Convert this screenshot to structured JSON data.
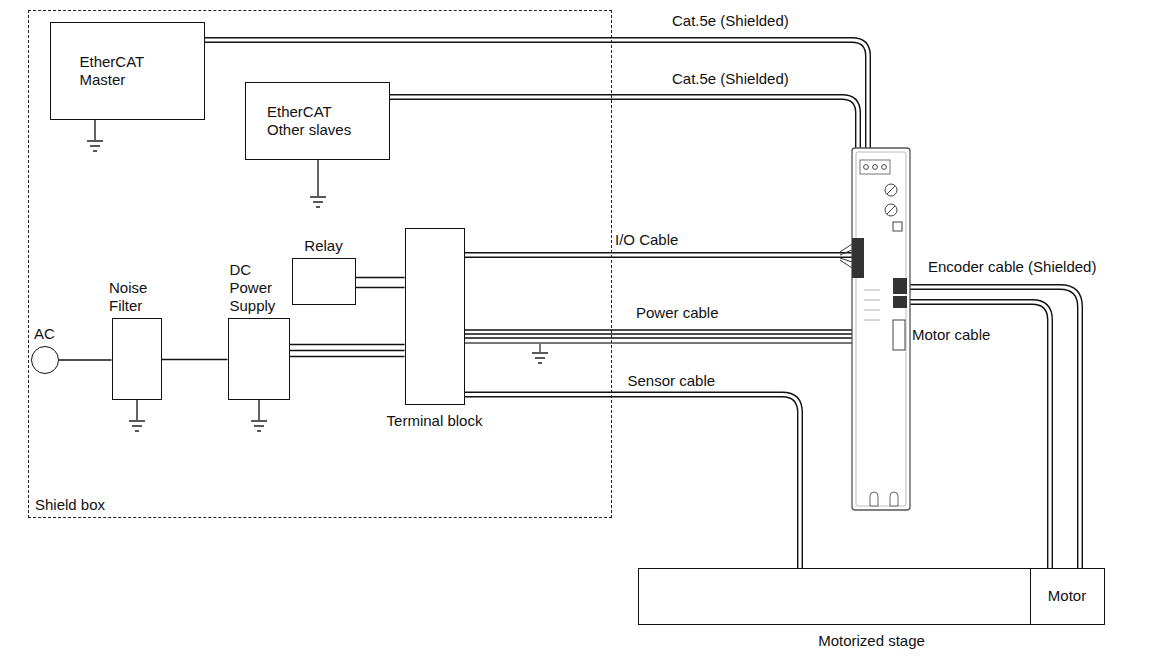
{
  "diagram": {
    "nodes": [
      {
        "text": [
          "Shield box"
        ]
      },
      {
        "text": [
          "EtherCAT Master"
        ],
        "in": 0
      },
      {
        "text": [
          "EtherCAT Other slaves"
        ],
        "in": 0
      },
      {
        "text": [
          "Relay"
        ],
        "in": 0
      },
      {
        "text": [
          "Noise Filter"
        ],
        "in": 0
      },
      {
        "text": [
          "DC Power Supply"
        ],
        "in": 0
      },
      {
        "text": [
          "Terminal block"
        ],
        "in": 0
      },
      {
        "text": [
          "AC"
        ]
      },
      {
        "text": [
          "Motorized stage"
        ]
      },
      {
        "text": [
          "Motor"
        ],
        "in": 8
      }
    ],
    "edges": [
      {
        "from": 7,
        "to": 4,
        "arrow": "none"
      },
      {
        "from": 4,
        "to": 5,
        "arrow": "none"
      },
      {
        "from": 5,
        "to": 6,
        "arrow": "none"
      },
      {
        "from": 3,
        "to": 6,
        "arrow": "none"
      },
      {
        "from": 6,
        "to": 8,
        "label": "Sensor cable",
        "arrow": "none"
      }
    ],
    "labels": [
      "Cat.5e (Shielded)",
      "Cat.5e (Shielded)",
      "I/O Cable",
      "Power cable",
      "Encoder cable (Shielded)",
      "Motor cable"
    ]
  }
}
